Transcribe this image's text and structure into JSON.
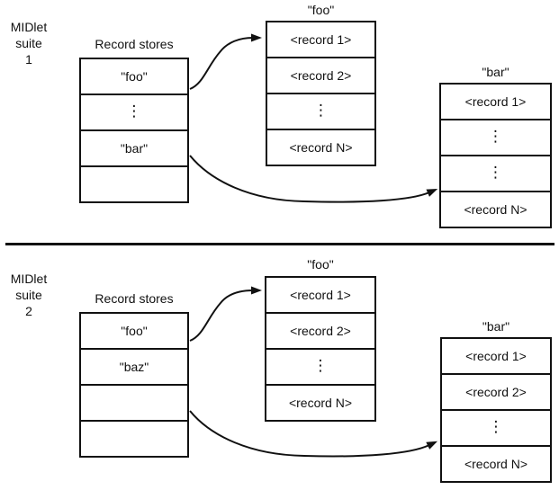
{
  "colors": {
    "ink": "#111111",
    "background": "#ffffff"
  },
  "suite1": {
    "label": {
      "line1": "MIDlet",
      "line2": "suite",
      "line3": "1"
    },
    "record_stores": {
      "title": "Record stores",
      "rows": [
        "\"foo\"",
        "⋮",
        "\"bar\"",
        ""
      ]
    },
    "foo_store": {
      "title": "\"foo\"",
      "rows": [
        "<record 1>",
        "<record 2>",
        "⋮",
        "<record N>"
      ]
    },
    "bar_store": {
      "title": "\"bar\"",
      "rows": [
        "<record 1>",
        "⋮",
        "⋮",
        "<record N>"
      ]
    }
  },
  "suite2": {
    "label": {
      "line1": "MIDlet",
      "line2": "suite",
      "line3": "2"
    },
    "record_stores": {
      "title": "Record stores",
      "rows": [
        "\"foo\"",
        "\"baz\"",
        "",
        ""
      ]
    },
    "foo_store": {
      "title": "\"foo\"",
      "rows": [
        "<record 1>",
        "<record 2>",
        "⋮",
        "<record N>"
      ]
    },
    "bar_store": {
      "title": "\"bar\"",
      "rows": [
        "<record 1>",
        "<record 2>",
        "⋮",
        "<record N>"
      ]
    }
  }
}
